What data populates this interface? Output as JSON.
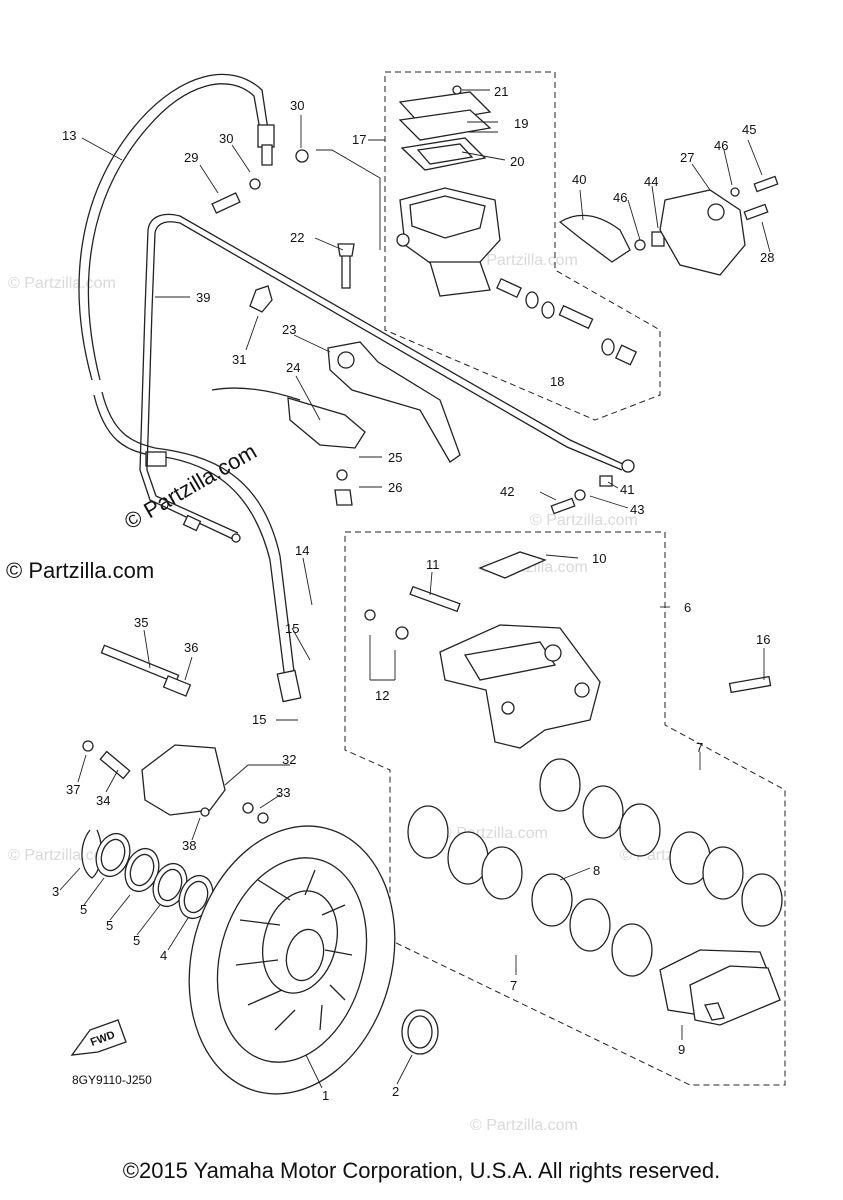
{
  "diagram_code": "8GY9110-J250",
  "fwd_label": "FWD",
  "watermark_main": "© Partzilla.com",
  "watermark_faint": "© Partzilla.com",
  "copyright": "©2015 Yamaha Motor Corporation, U.S.A. All rights reserved.",
  "part_numbers": [
    "1",
    "2",
    "3",
    "4",
    "5",
    "5",
    "5",
    "6",
    "7",
    "7",
    "8",
    "9",
    "10",
    "11",
    "12",
    "13",
    "14",
    "15",
    "15",
    "16",
    "17",
    "18",
    "19",
    "20",
    "21",
    "22",
    "23",
    "24",
    "25",
    "26",
    "27",
    "28",
    "29",
    "30",
    "30",
    "31",
    "32",
    "33",
    "34",
    "35",
    "36",
    "37",
    "38",
    "39",
    "40",
    "41",
    "42",
    "43",
    "44",
    "45",
    "46",
    "46"
  ]
}
